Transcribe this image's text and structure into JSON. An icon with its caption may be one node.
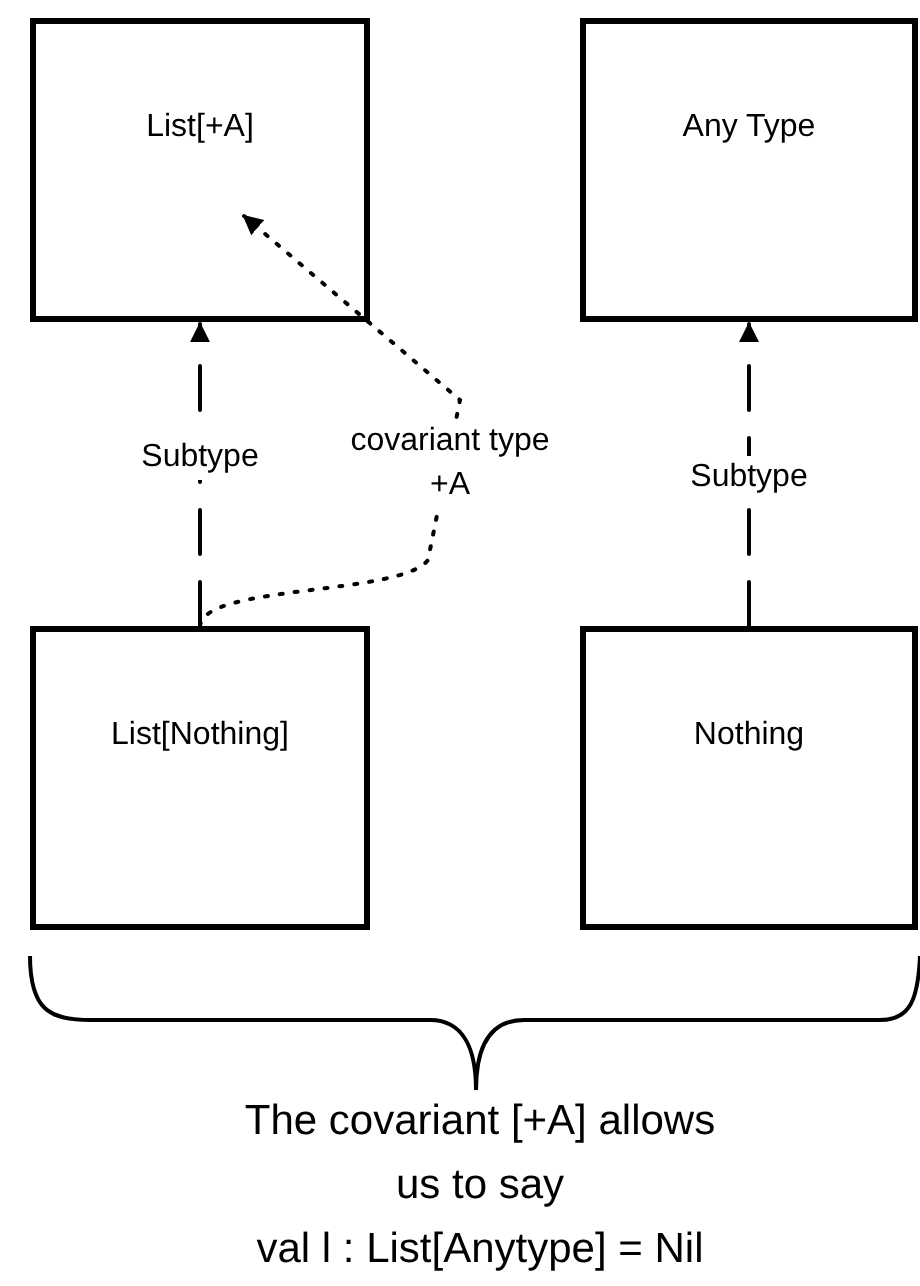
{
  "diagram": {
    "nodes": [
      {
        "text": [
          "List[+A]"
        ]
      },
      {
        "text": [
          "Any Type"
        ]
      },
      {
        "text": [
          "List[Nothing]"
        ]
      },
      {
        "text": [
          "Nothing"
        ]
      }
    ],
    "edges": [
      {
        "from": 2,
        "to": 0,
        "arrow": "to",
        "label": "Subtype",
        "style": "dashed"
      },
      {
        "from": 3,
        "to": 1,
        "arrow": "to",
        "label": "Subtype",
        "style": "dashed"
      },
      {
        "from": 2,
        "to": 0,
        "arrow": "to",
        "label": "covariant type +A",
        "style": "dashed"
      }
    ],
    "labels": [
      "The covariant [+A] allows us to say",
      "val l : List[Anytype] = Nil"
    ]
  }
}
